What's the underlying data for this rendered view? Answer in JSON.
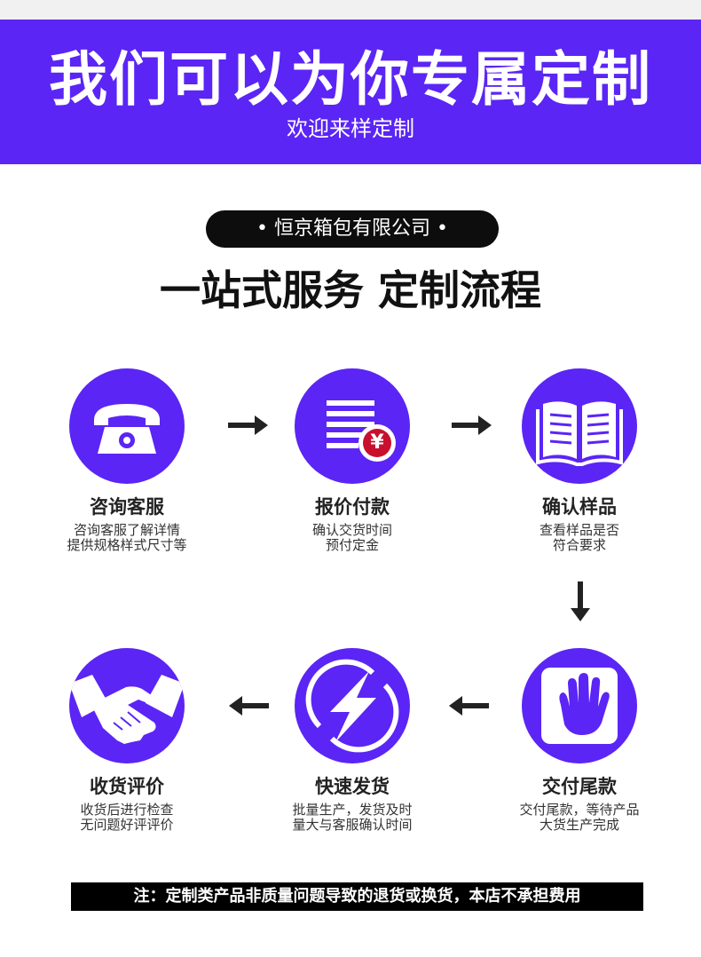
{
  "banner": {
    "title": "我们可以为你专属定制",
    "subtitle": "欢迎来样定制"
  },
  "company": {
    "name": "• 恒京箱包有限公司 •"
  },
  "heading": "一站式服务 定制流程",
  "steps": [
    {
      "icon": "telephone-icon",
      "label": "咨询客服",
      "desc1": "咨询客服了解详情",
      "desc2": "提供规格样式尺寸等"
    },
    {
      "icon": "invoice-yuan-icon",
      "label": "报价付款",
      "desc1": "确认交货时间",
      "desc2": "预付定金",
      "currency": "¥"
    },
    {
      "icon": "open-book-icon",
      "label": "确认样品",
      "desc1": "查看样品是否",
      "desc2": "符合要求"
    },
    {
      "icon": "hand-icon",
      "label": "交付尾款",
      "desc1": "交付尾款，等待产品",
      "desc2": "大货生产完成"
    },
    {
      "icon": "lightning-icon",
      "label": "快速发货",
      "desc1": "批量生产，发货及时",
      "desc2": "量大与客服确认时间"
    },
    {
      "icon": "handshake-icon",
      "label": "收货评价",
      "desc1": "收货后进行检查",
      "desc2": "无问题好评评价"
    }
  ],
  "notice": "注：定制类产品非质量问题导致的退货或换货，本店不承担费用",
  "colors": {
    "accent": "#5b25f5",
    "pill": "#0d0d0d",
    "text": "#222222",
    "currency_badge": "#c8102e"
  }
}
